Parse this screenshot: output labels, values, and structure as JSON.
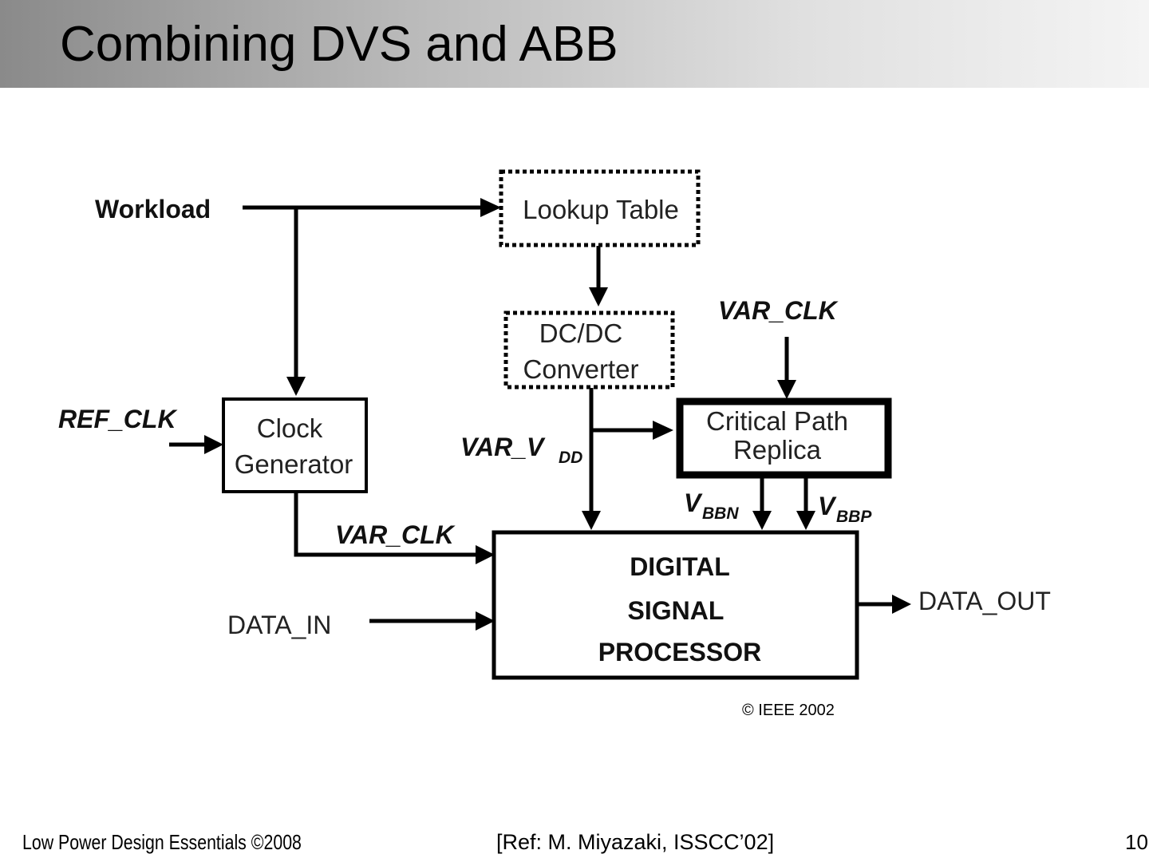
{
  "slide": {
    "title": "Combining DVS and ABB"
  },
  "diagram": {
    "inputs": {
      "workload": "Workload",
      "ref_clk": "REF_CLK",
      "var_clk_top": "VAR_CLK",
      "var_clk_mid": "VAR_CLK",
      "data_in": "DATA_IN",
      "data_out": "DATA_OUT",
      "var_vdd_main": "VAR_V",
      "var_vdd_sub": "DD",
      "vbbn_main": "V",
      "vbbn_sub": "BBN",
      "vbbp_main": "V",
      "vbbp_sub": "BBP"
    },
    "blocks": {
      "lookup_table": "Lookup Table",
      "dcdc_line1": "DC/DC",
      "dcdc_line2": "Converter",
      "clock_gen_line1": "Clock",
      "clock_gen_line2": "Generator",
      "cpr_line1": "Critical Path",
      "cpr_line2": "Replica",
      "dsp_line1": "DIGITAL",
      "dsp_line2": "SIGNAL",
      "dsp_line3": "PROCESSOR"
    },
    "copyright": "© IEEE 2002"
  },
  "footer": {
    "left": "Low Power Design Essentials ©2008",
    "center": "[Ref: M. Miyazaki, ISSCC’02]",
    "right": "10."
  }
}
